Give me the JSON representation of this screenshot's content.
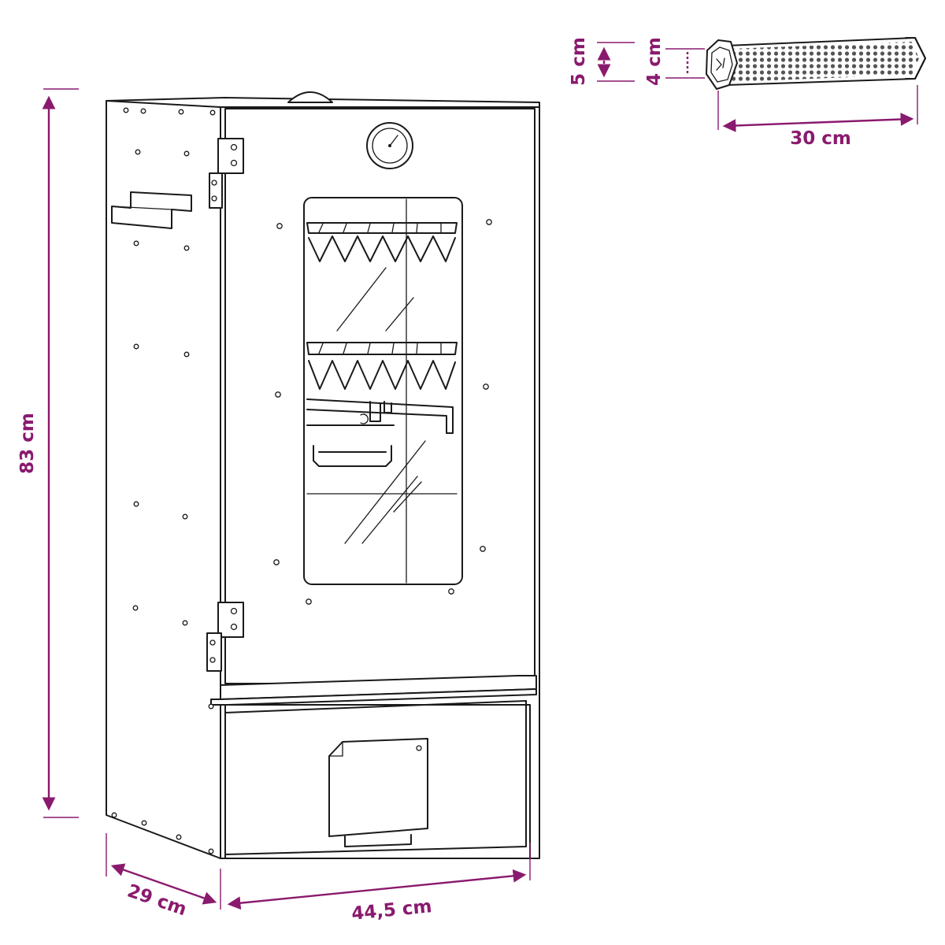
{
  "dimensions": {
    "height": "83 cm",
    "depth": "29 cm",
    "width": "44,5 cm",
    "tube_length": "30 cm",
    "tube_outer": "5 cm",
    "tube_inner": "4 cm"
  },
  "colors": {
    "dimension": "#8a1a6e",
    "outline": "#1a1a1a",
    "background": "#ffffff"
  }
}
